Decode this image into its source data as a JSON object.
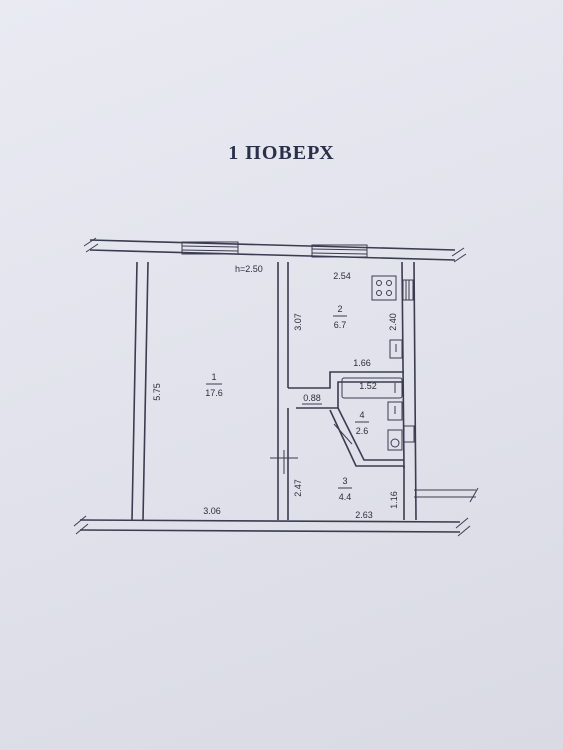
{
  "title": "1  ПОВЕРХ",
  "height_label": "h=2.50",
  "rooms": [
    {
      "number": "1",
      "area": "17.6"
    },
    {
      "number": "2",
      "area": "6.7"
    },
    {
      "number": "3",
      "area": "4.4"
    },
    {
      "number": "4",
      "area": "2.6"
    }
  ],
  "dimensions": {
    "room1_height": "5.75",
    "room1_width": "3.06",
    "kitchen_width": "2.54",
    "kitchen_height": "3.07",
    "kitchen_right": "2.40",
    "kitchen_bottom": "1.66",
    "bath_width": "1.52",
    "door_width": "0.88",
    "hall_height": "2.47",
    "hall_width": "2.63",
    "side_small": "1.16"
  }
}
